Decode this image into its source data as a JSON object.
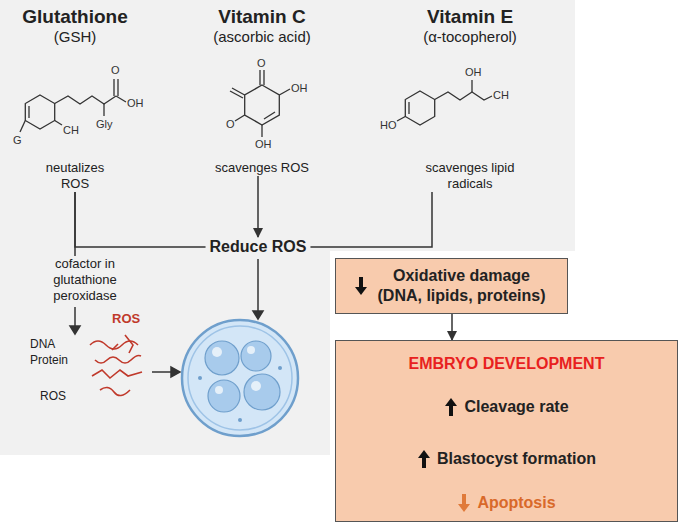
{
  "diagram": {
    "nodes": [
      {
        "text": [
          "Glutathione",
          "(GSH)",
          "neutalizes ROS"
        ]
      },
      {
        "text": [
          "Vitamin C",
          "(ascorbic acid)",
          "scavenges ROS"
        ]
      },
      {
        "text": [
          "Vitamin E",
          "(α-tocopherol)",
          "scavenges lipid radicals"
        ]
      },
      {
        "text": [
          "Reduce ROS"
        ]
      },
      {
        "text": [
          "cofactor in glutathione peroxidase"
        ]
      },
      {
        "text": [
          "Oxidative damage (DNA, lipids, proteins)"
        ]
      },
      {
        "text": [
          "EMBRYO DEVELOPMENT",
          "Cleavage rate",
          "Blastocyst formation",
          "Apoptosis"
        ]
      }
    ],
    "edges": [
      {
        "from": 0,
        "to": 3,
        "arrow": "none"
      },
      {
        "from": 1,
        "to": 3,
        "arrow": "to"
      },
      {
        "from": 2,
        "to": 3,
        "arrow": "none"
      },
      {
        "from": 0,
        "to": 4,
        "arrow": "none"
      },
      {
        "from": 5,
        "to": 6,
        "arrow": "to"
      }
    ],
    "labels": [
      "O",
      "OH",
      "Gly",
      "CH",
      "G",
      "O",
      "OH",
      "O",
      "OH",
      "OH",
      "CH",
      "HO",
      "ROS",
      "DNA",
      "Protein",
      "ROS"
    ]
  }
}
